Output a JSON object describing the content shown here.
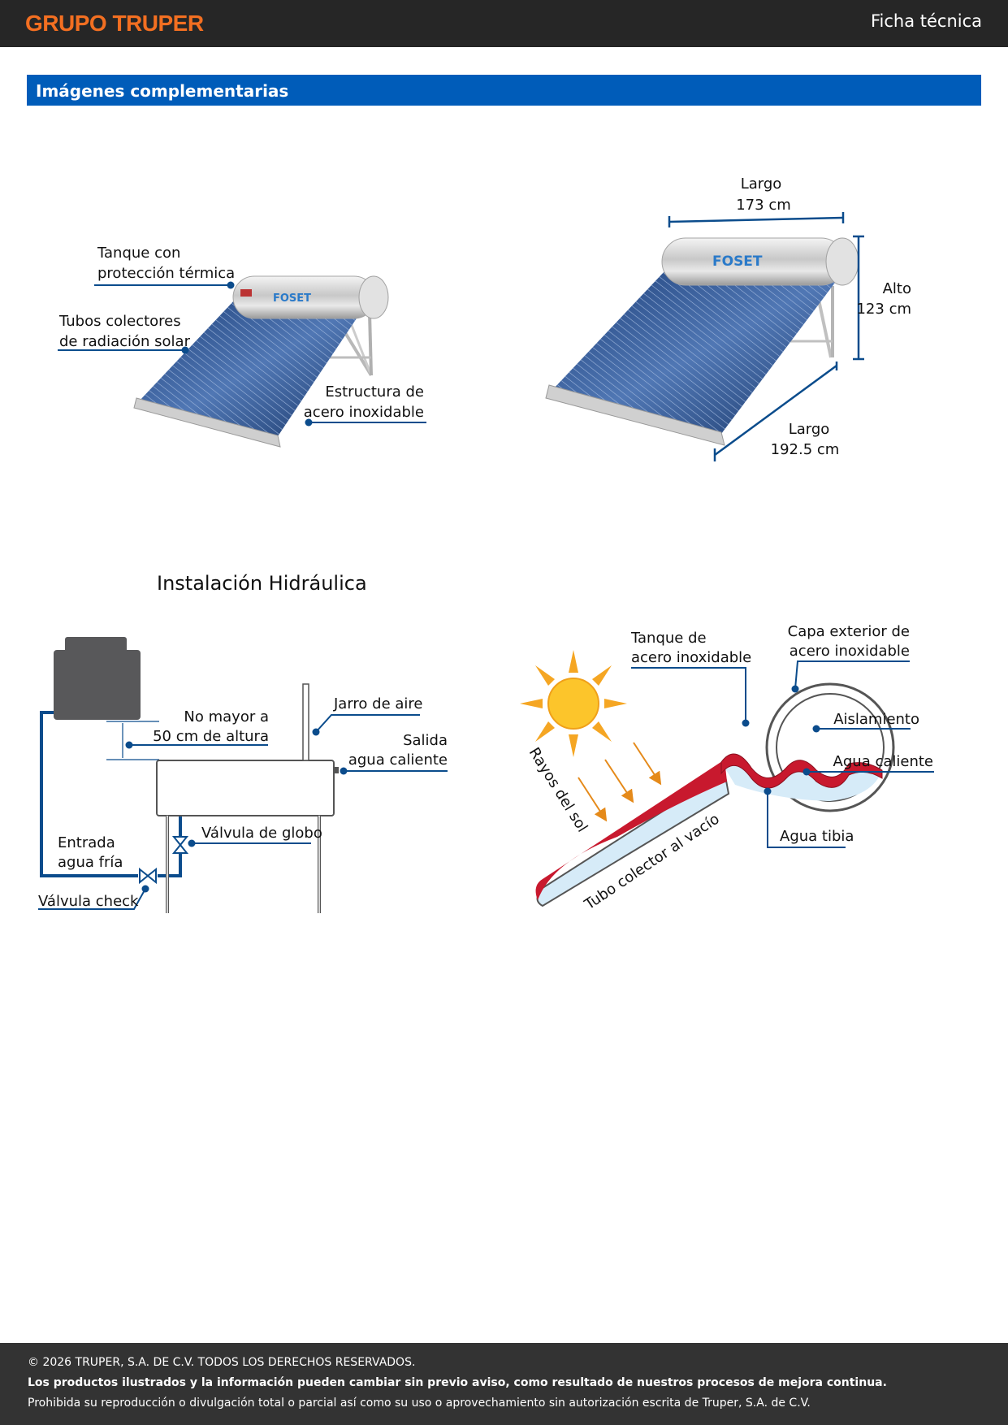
{
  "header": {
    "brand": "GRUPO TRUPER",
    "doc_type": "Ficha técnica"
  },
  "section": {
    "title": "Imágenes complementarias"
  },
  "figure1": {
    "brand_logo": "FOSET",
    "tank": [
      "Tanque con",
      "protección térmica"
    ],
    "tubes": [
      "Tubos colectores",
      "de radiación solar"
    ],
    "structure": [
      "Estructura de",
      "acero inoxidable"
    ]
  },
  "figure2": {
    "brand_logo": "FOSET",
    "width": [
      "Largo",
      "173 cm"
    ],
    "height": [
      "Alto",
      "123 cm"
    ],
    "length": [
      "Largo",
      "192.5 cm"
    ]
  },
  "figure3": {
    "title": "Instalación Hidráulica",
    "max_height": [
      "No mayor a",
      "50 cm de altura"
    ],
    "air_vent": "Jarro de aire",
    "hot_out": [
      "Salida",
      "agua caliente"
    ],
    "globe_valve": "Válvula de globo",
    "cold_in": [
      "Entrada",
      "agua fría"
    ],
    "check_valve": "Válvula check"
  },
  "figure4": {
    "tank": [
      "Tanque de",
      "acero inoxidable"
    ],
    "outer": [
      "Capa exterior de",
      "acero inoxidable"
    ],
    "insulation": "Aislamiento",
    "hot_water": "Agua caliente",
    "warm_water": "Agua tibia",
    "sun_rays": "Rayos del sol",
    "vacuum_tube": "Tubo colector al vacío"
  },
  "footer": {
    "copyright": "© 2026 TRUPER, S.A. DE C.V. TODOS LOS DERECHOS RESERVADOS.",
    "notice": "Los productos ilustrados y la información pueden cambiar sin previo aviso, como resultado de nuestros procesos de mejora continua.",
    "prohibition": "Prohibida su reproducción o divulgación total o parcial así como su uso o aprovechamiento sin autorización escrita de Truper, S.A. de C.V."
  },
  "colors": {
    "header_bg": "#262626",
    "brand_orange": "#f36f21",
    "section_blue": "#005cb9",
    "callout_blue": "#0b4c8c",
    "footer_bg": "#333333"
  }
}
